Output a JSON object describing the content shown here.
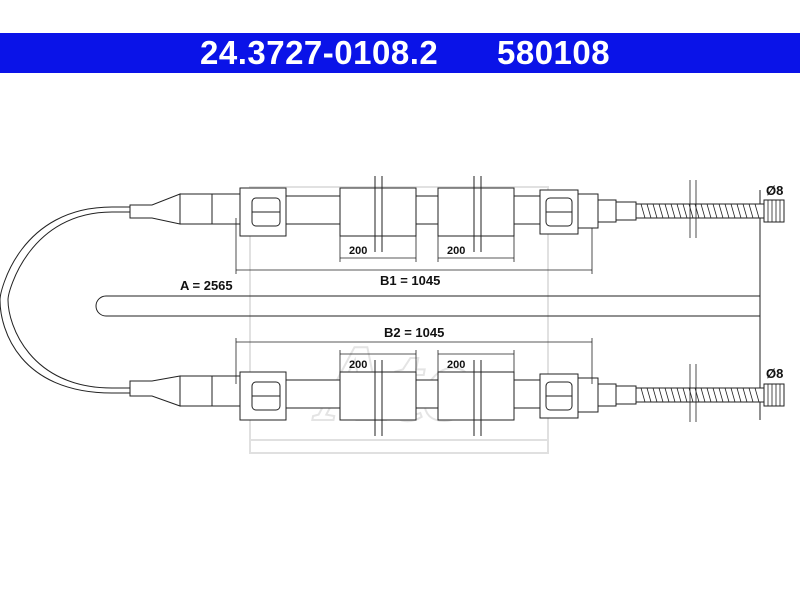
{
  "header": {
    "part_number": "24.3727-0108.2",
    "reference": "580108",
    "background_color": "#0a13e8",
    "text_color": "#ffffff"
  },
  "dimensions": {
    "total_length": "A = 2565",
    "upper_sheath": "B1 = 1045",
    "lower_sheath": "B2 = 1045",
    "upper_spacer_left": "200",
    "upper_spacer_right": "200",
    "lower_spacer_left": "200",
    "lower_spacer_right": "200",
    "upper_end_diameter": "Ø8",
    "lower_end_diameter": "Ø8"
  },
  "watermark": {
    "brand": "Ate"
  }
}
